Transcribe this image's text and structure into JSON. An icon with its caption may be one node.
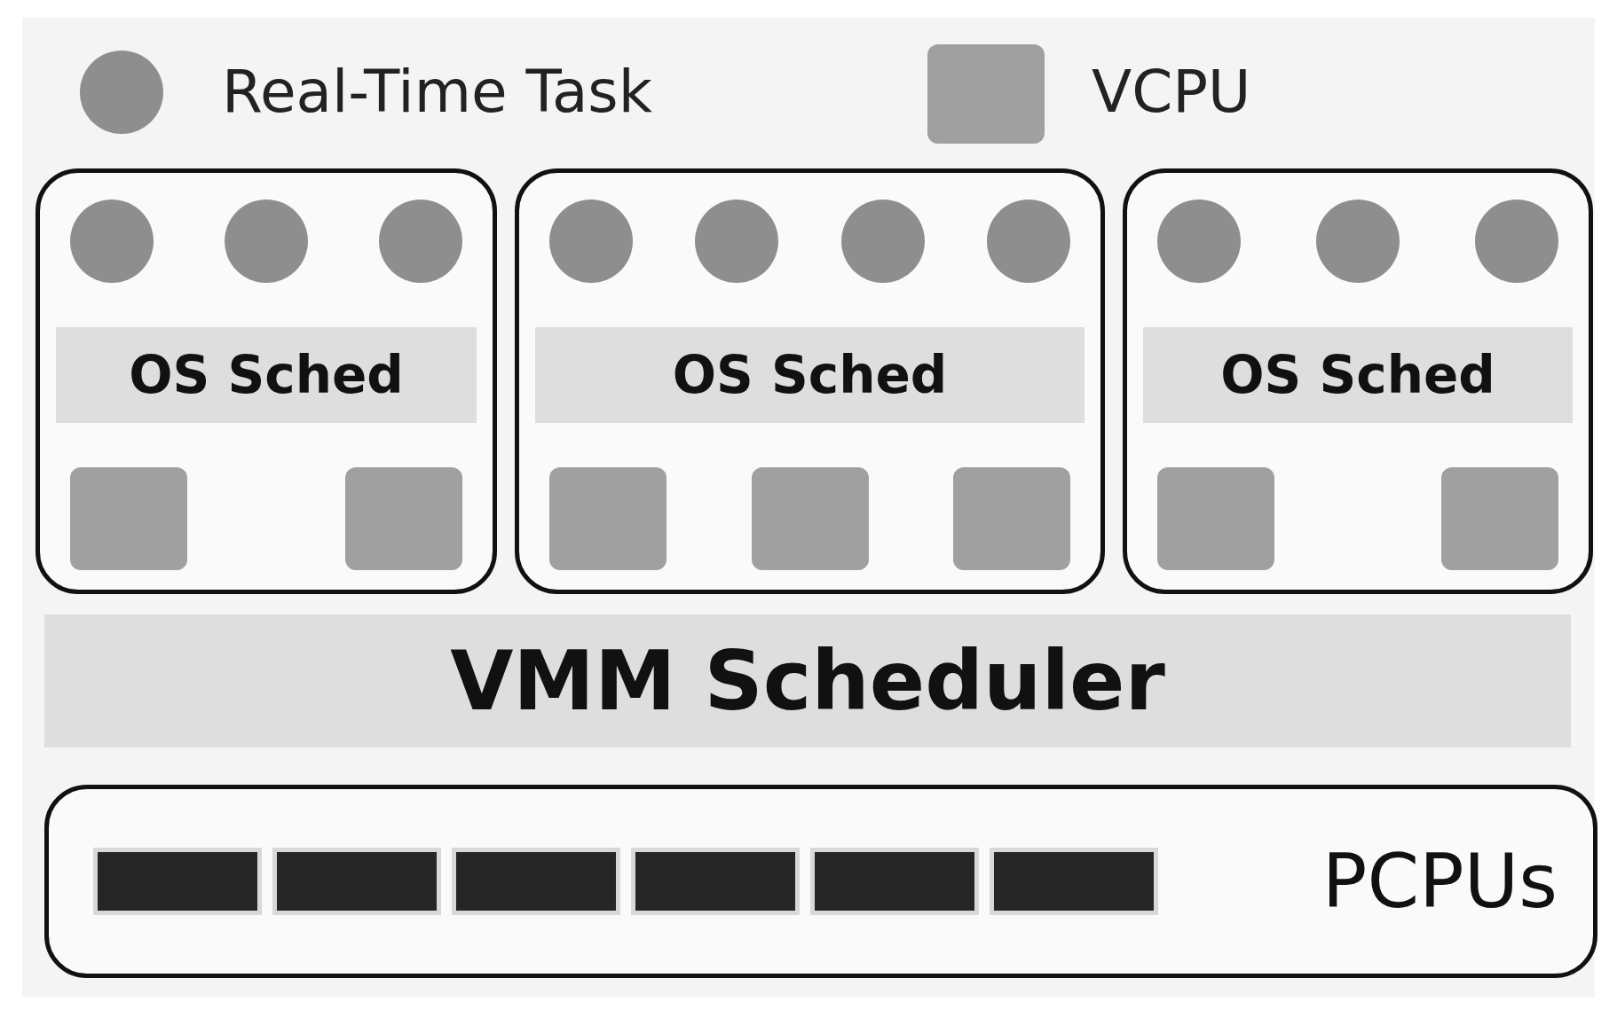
{
  "diagram": {
    "nodes": [
      {
        "text": [],
        "shape": "box"
      },
      {
        "text": [],
        "shape": "circle",
        "in": 0
      },
      {
        "text": [],
        "shape": "circle",
        "in": 0
      },
      {
        "text": [],
        "shape": "circle",
        "in": 0
      },
      {
        "text": [
          "OS Sched"
        ],
        "in": 0
      },
      {
        "text": [],
        "shape": "box",
        "in": 0
      },
      {
        "text": [],
        "shape": "box",
        "in": 0
      },
      {
        "text": [],
        "shape": "box"
      },
      {
        "text": [],
        "shape": "circle",
        "in": 7
      },
      {
        "text": [],
        "shape": "circle",
        "in": 7
      },
      {
        "text": [],
        "shape": "circle",
        "in": 7
      },
      {
        "text": [],
        "shape": "circle",
        "in": 7
      },
      {
        "text": [
          "OS Sched"
        ],
        "in": 7
      },
      {
        "text": [],
        "shape": "box",
        "in": 7
      },
      {
        "text": [],
        "shape": "box",
        "in": 7
      },
      {
        "text": [],
        "shape": "box",
        "in": 7
      },
      {
        "text": [],
        "shape": "box"
      },
      {
        "text": [],
        "shape": "circle",
        "in": 16
      },
      {
        "text": [],
        "shape": "circle",
        "in": 16
      },
      {
        "text": [],
        "shape": "circle",
        "in": 16
      },
      {
        "text": [
          "OS Sched"
        ],
        "in": 16
      },
      {
        "text": [],
        "shape": "box",
        "in": 16
      },
      {
        "text": [],
        "shape": "box",
        "in": 16
      },
      {
        "text": [
          "VMM Scheduler"
        ]
      },
      {
        "text": [
          "PCPUs"
        ]
      },
      {
        "text": [],
        "shape": "bar",
        "in": 24
      },
      {
        "text": [],
        "shape": "bar",
        "in": 24
      },
      {
        "text": [],
        "shape": "bar",
        "in": 24
      },
      {
        "text": [],
        "shape": "bar",
        "in": 24
      },
      {
        "text": [],
        "shape": "bar",
        "in": 24
      },
      {
        "text": [],
        "shape": "bar",
        "in": 24
      }
    ],
    "legend": [
      {
        "text": "Real-Time Task"
      },
      {
        "text": "VCPU"
      }
    ]
  }
}
